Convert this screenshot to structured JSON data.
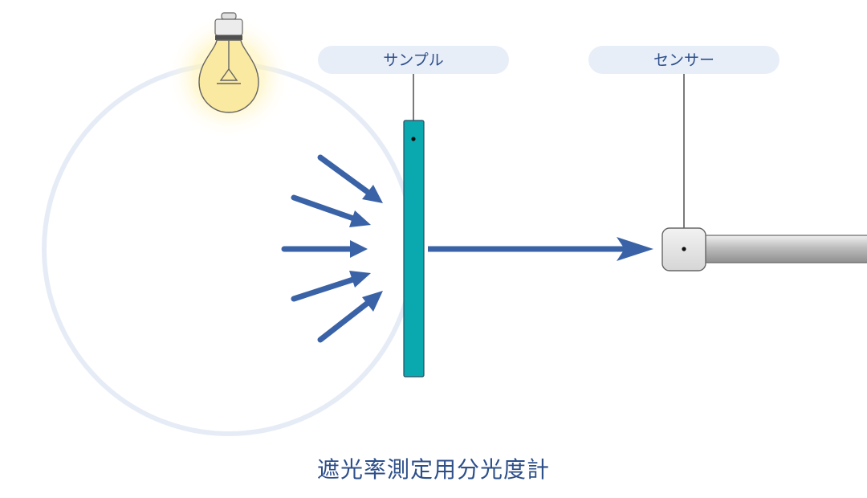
{
  "labels": {
    "sample": "サンプル",
    "sensor": "センサー"
  },
  "caption": "遮光率測定用分光度計",
  "icons": {
    "light_source": "light-bulb-icon"
  },
  "colors": {
    "label_pill_bg": "#e8eef8",
    "label_text": "#2d4f8a",
    "arrow": "#3a62a6",
    "sample_fill": "#0aa9b0",
    "sample_stroke": "#2d4a5e",
    "sphere_ring": "#e6ecf6",
    "bulb_glow": "#fff2a8",
    "bulb_glass": "#fae9a0",
    "sensor_head": "#e4e4e4",
    "sensor_rod": "#b8b8b8",
    "caption_text": "#2d4f8a"
  }
}
